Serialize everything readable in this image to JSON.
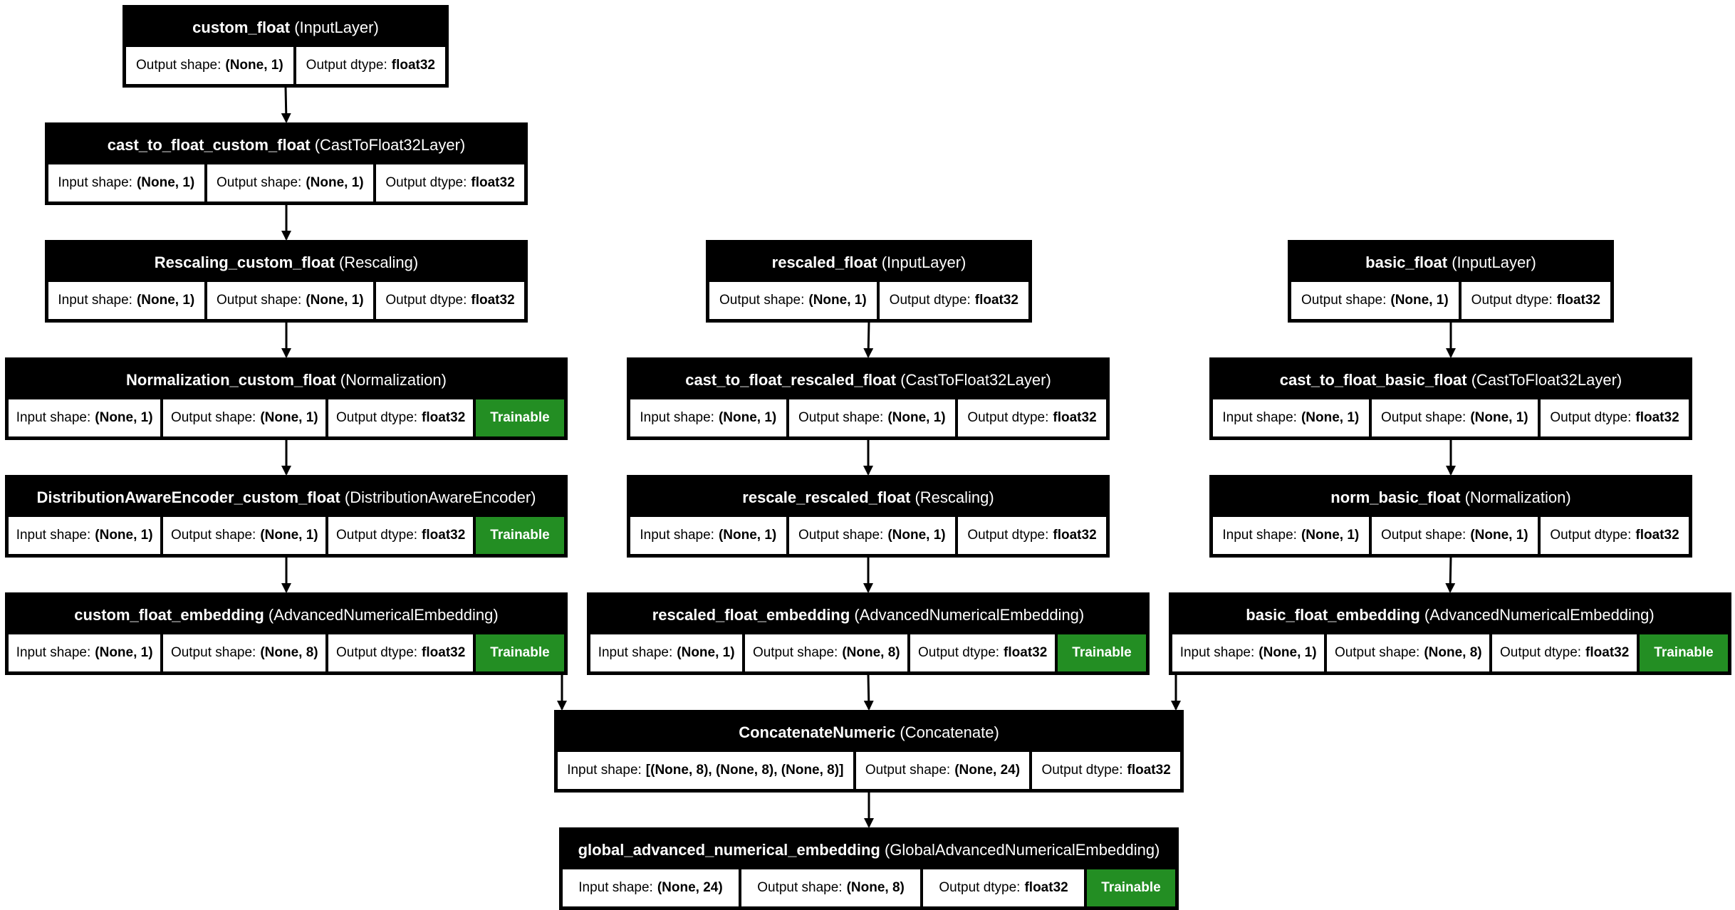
{
  "labels": {
    "input_shape": "Input shape:",
    "output_shape": "Output shape:",
    "output_dtype": "Output dtype:",
    "trainable": "Trainable"
  },
  "nodes": [
    {
      "id": "custom_float",
      "name": "custom_float",
      "type": "(InputLayer)",
      "output_shape": "(None, 1)",
      "output_dtype": "float32"
    },
    {
      "id": "cast_to_float_custom_float",
      "name": "cast_to_float_custom_float",
      "type": "(CastToFloat32Layer)",
      "input_shape": "(None, 1)",
      "output_shape": "(None, 1)",
      "output_dtype": "float32"
    },
    {
      "id": "Rescaling_custom_float",
      "name": "Rescaling_custom_float",
      "type": "(Rescaling)",
      "input_shape": "(None, 1)",
      "output_shape": "(None, 1)",
      "output_dtype": "float32"
    },
    {
      "id": "Normalization_custom_float",
      "name": "Normalization_custom_float",
      "type": "(Normalization)",
      "input_shape": "(None, 1)",
      "output_shape": "(None, 1)",
      "output_dtype": "float32",
      "trainable": true
    },
    {
      "id": "DistributionAwareEncoder_custom_float",
      "name": "DistributionAwareEncoder_custom_float",
      "type": "(DistributionAwareEncoder)",
      "input_shape": "(None, 1)",
      "output_shape": "(None, 1)",
      "output_dtype": "float32",
      "trainable": true
    },
    {
      "id": "custom_float_embedding",
      "name": "custom_float_embedding",
      "type": "(AdvancedNumericalEmbedding)",
      "input_shape": "(None, 1)",
      "output_shape": "(None, 8)",
      "output_dtype": "float32",
      "trainable": true
    },
    {
      "id": "rescaled_float",
      "name": "rescaled_float",
      "type": "(InputLayer)",
      "output_shape": "(None, 1)",
      "output_dtype": "float32"
    },
    {
      "id": "cast_to_float_rescaled_float",
      "name": "cast_to_float_rescaled_float",
      "type": "(CastToFloat32Layer)",
      "input_shape": "(None, 1)",
      "output_shape": "(None, 1)",
      "output_dtype": "float32"
    },
    {
      "id": "rescale_rescaled_float",
      "name": "rescale_rescaled_float",
      "type": "(Rescaling)",
      "input_shape": "(None, 1)",
      "output_shape": "(None, 1)",
      "output_dtype": "float32"
    },
    {
      "id": "rescaled_float_embedding",
      "name": "rescaled_float_embedding",
      "type": "(AdvancedNumericalEmbedding)",
      "input_shape": "(None, 1)",
      "output_shape": "(None, 8)",
      "output_dtype": "float32",
      "trainable": true
    },
    {
      "id": "basic_float",
      "name": "basic_float",
      "type": "(InputLayer)",
      "output_shape": "(None, 1)",
      "output_dtype": "float32"
    },
    {
      "id": "cast_to_float_basic_float",
      "name": "cast_to_float_basic_float",
      "type": "(CastToFloat32Layer)",
      "input_shape": "(None, 1)",
      "output_shape": "(None, 1)",
      "output_dtype": "float32"
    },
    {
      "id": "norm_basic_float",
      "name": "norm_basic_float",
      "type": "(Normalization)",
      "input_shape": "(None, 1)",
      "output_shape": "(None, 1)",
      "output_dtype": "float32"
    },
    {
      "id": "basic_float_embedding",
      "name": "basic_float_embedding",
      "type": "(AdvancedNumericalEmbedding)",
      "input_shape": "(None, 1)",
      "output_shape": "(None, 8)",
      "output_dtype": "float32",
      "trainable": true
    },
    {
      "id": "ConcatenateNumeric",
      "name": "ConcatenateNumeric",
      "type": "(Concatenate)",
      "input_shape": "[(None, 8), (None, 8), (None, 8)]",
      "output_shape": "(None, 24)",
      "output_dtype": "float32"
    },
    {
      "id": "global_advanced_numerical_embedding",
      "name": "global_advanced_numerical_embedding",
      "type": "(GlobalAdvancedNumericalEmbedding)",
      "input_shape": "(None, 24)",
      "output_shape": "(None, 8)",
      "output_dtype": "float32",
      "trainable": true
    }
  ],
  "edges": [
    [
      "custom_float",
      "cast_to_float_custom_float"
    ],
    [
      "cast_to_float_custom_float",
      "Rescaling_custom_float"
    ],
    [
      "Rescaling_custom_float",
      "Normalization_custom_float"
    ],
    [
      "Normalization_custom_float",
      "DistributionAwareEncoder_custom_float"
    ],
    [
      "DistributionAwareEncoder_custom_float",
      "custom_float_embedding"
    ],
    [
      "rescaled_float",
      "cast_to_float_rescaled_float"
    ],
    [
      "cast_to_float_rescaled_float",
      "rescale_rescaled_float"
    ],
    [
      "rescale_rescaled_float",
      "rescaled_float_embedding"
    ],
    [
      "basic_float",
      "cast_to_float_basic_float"
    ],
    [
      "cast_to_float_basic_float",
      "norm_basic_float"
    ],
    [
      "norm_basic_float",
      "basic_float_embedding"
    ],
    [
      "custom_float_embedding",
      "ConcatenateNumeric"
    ],
    [
      "rescaled_float_embedding",
      "ConcatenateNumeric"
    ],
    [
      "basic_float_embedding",
      "ConcatenateNumeric"
    ],
    [
      "ConcatenateNumeric",
      "global_advanced_numerical_embedding"
    ]
  ]
}
